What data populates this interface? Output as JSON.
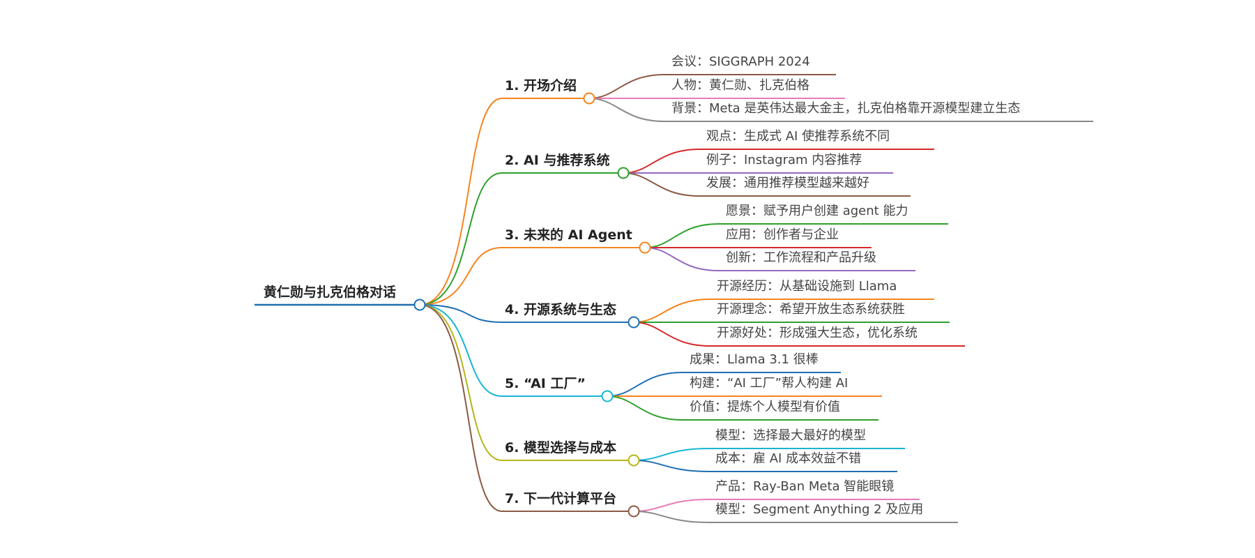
{
  "root": {
    "label": "黄仁勋与扎克伯格对话",
    "color": "#1f6fb2"
  },
  "branches": [
    {
      "label": "1. 开场介绍",
      "color": "#f5841f",
      "leaves": [
        {
          "text": "会议：SIGGRAPH 2024",
          "color": "#8b5a44"
        },
        {
          "text": "人物：黄仁勋、扎克伯格",
          "color": "#e87ab8"
        },
        {
          "text": "背景：Meta 是英伟达最大金主，扎克伯格靠开源模型建立生态",
          "color": "#888888"
        }
      ]
    },
    {
      "label": "2. AI 与推荐系统",
      "color": "#2ca02c",
      "leaves": [
        {
          "text": "观点：生成式 AI 使推荐系统不同",
          "color": "#d62728"
        },
        {
          "text": "例子：Instagram 内容推荐",
          "color": "#9467bd"
        },
        {
          "text": "发展：通用推荐模型越来越好",
          "color": "#8b5a44"
        }
      ]
    },
    {
      "label": "3. 未来的 AI Agent",
      "color": "#f5841f",
      "leaves": [
        {
          "text": "愿景：赋予用户创建 agent 能力",
          "color": "#2ca02c"
        },
        {
          "text": "应用：创作者与企业",
          "color": "#d62728"
        },
        {
          "text": "创新：工作流程和产品升级",
          "color": "#9467bd"
        }
      ]
    },
    {
      "label": "4. 开源系统与生态",
      "color": "#1f6fb2",
      "leaves": [
        {
          "text": "开源经历：从基础设施到 Llama",
          "color": "#f5841f"
        },
        {
          "text": "开源理念：希望开放生态系统获胜",
          "color": "#2ca02c"
        },
        {
          "text": "开源好处：形成强大生态，优化系统",
          "color": "#d62728"
        }
      ]
    },
    {
      "label": "5. “AI 工厂”",
      "color": "#17b6d4",
      "leaves": [
        {
          "text": "成果：Llama 3.1 很棒",
          "color": "#1f6fb2"
        },
        {
          "text": "构建：“AI 工厂”帮人构建 AI",
          "color": "#f5841f"
        },
        {
          "text": "价值：提炼个人模型有价值",
          "color": "#2ca02c"
        }
      ]
    },
    {
      "label": "6. 模型选择与成本",
      "color": "#b5b51a",
      "leaves": [
        {
          "text": "模型：选择最大最好的模型",
          "color": "#17b6d4"
        },
        {
          "text": "成本：雇 AI 成本效益不错",
          "color": "#1f6fb2"
        }
      ]
    },
    {
      "label": "7. 下一代计算平台",
      "color": "#8b5a44",
      "leaves": [
        {
          "text": "产品：Ray-Ban Meta 智能眼镜",
          "color": "#e87ab8"
        },
        {
          "text": "模型：Segment Anything 2 及应用",
          "color": "#888888"
        }
      ]
    }
  ]
}
